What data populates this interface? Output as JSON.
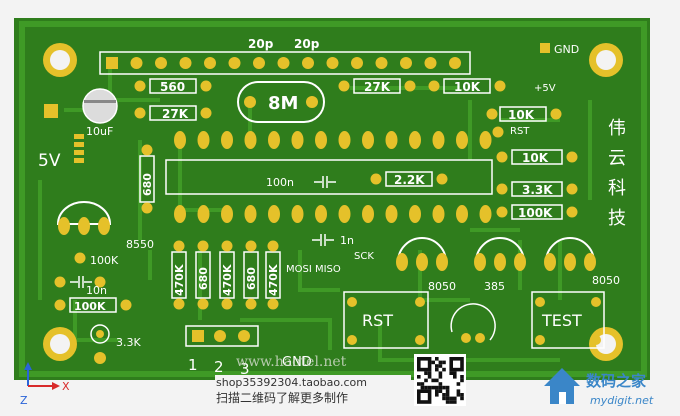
{
  "board": {
    "labels": {
      "gnd_top": "GND",
      "cap_20p_a": "20p",
      "cap_20p_b": "20p",
      "res_560": "560",
      "res_27k_a": "27K",
      "res_27k_b": "27K",
      "res_10k_a": "10K",
      "res_10k_b": "10K",
      "res_10k_c": "10K",
      "res_2_2k": "2.2K",
      "res_3_3k_a": "3.3K",
      "res_3_3k_b": "3.3K",
      "res_100k_a": "100K",
      "res_100k_b": "100K",
      "res_100k_c": "100K",
      "res_680_a": "680",
      "res_680_b": "680",
      "res_680_c": "680",
      "res_470k_a": "470K",
      "res_470k_b": "470K",
      "res_470k_c": "470K",
      "plus5v": "+5V",
      "rst_small": "RST",
      "crystal": "8M",
      "cap_10uf": "10uF",
      "power_5v": "5V",
      "cap_100n": "100n",
      "cap_1n": "1n",
      "cap_10n": "10n",
      "sck": "SCK",
      "mosi_miso": "MOSI MISO",
      "tr_8550": "8550",
      "tr_8050_a": "8050",
      "tr_8050_b": "8050",
      "tr_385": "385",
      "btn_rst": "RST",
      "btn_test": "TEST",
      "hdr_1": "1",
      "hdr_2": "2",
      "hdr_3": "3",
      "hdr_gnd": "GND",
      "brand_chars": [
        "伟",
        "云",
        "科",
        "技"
      ]
    },
    "colors": {
      "board": "#2f7d1c",
      "copper": "#3f9a26",
      "pad": "#e5c12a",
      "silk": "#ffffff",
      "background": "#f3f3f3"
    }
  },
  "overlay": {
    "site": "www.haotel.net",
    "shop": "shop35392304.taobao.com",
    "scan_text": "扫描二维码了解更多制作",
    "axis_x": "X",
    "axis_y": "Y",
    "axis_z": "Z",
    "logo_cn": "数码之家",
    "logo_url": "mydigit.net",
    "logo_icon": "house-logo-icon",
    "qr_icon": "qr-code-icon"
  }
}
